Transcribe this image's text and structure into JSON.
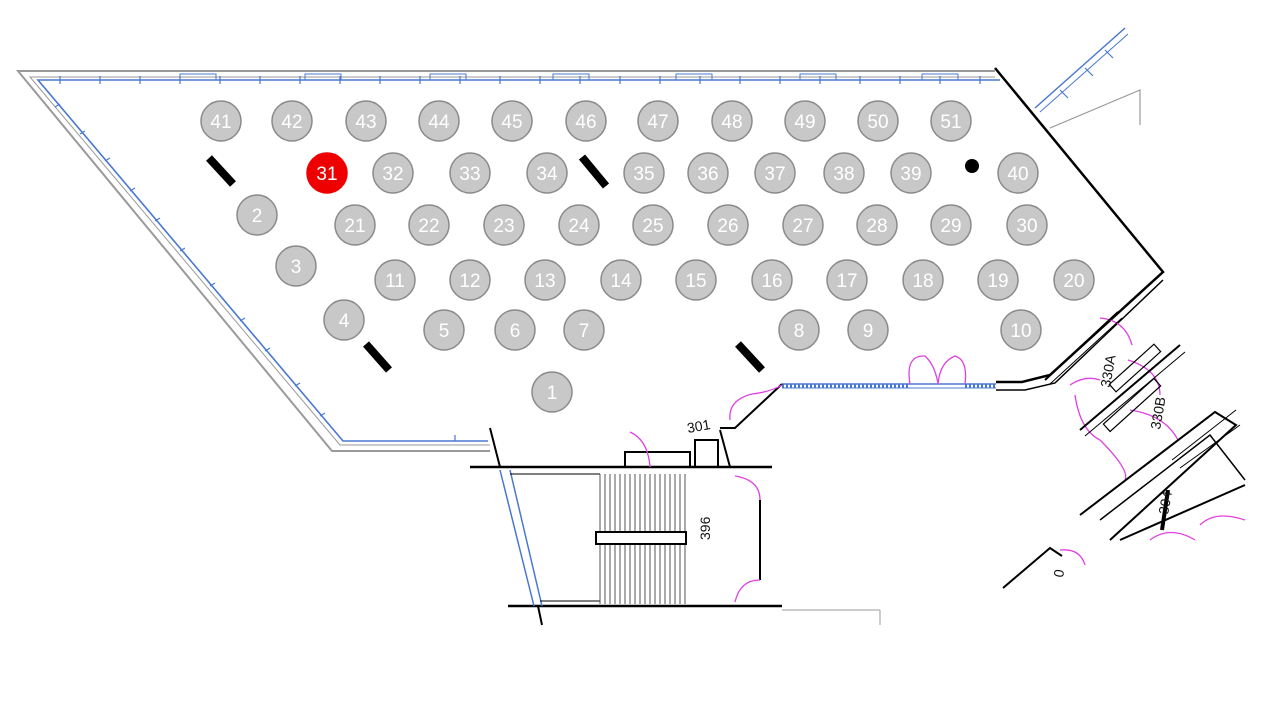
{
  "floorplan": {
    "tables": [
      {
        "label": "1",
        "state": "available"
      },
      {
        "label": "2",
        "state": "available"
      },
      {
        "label": "3",
        "state": "available"
      },
      {
        "label": "4",
        "state": "available"
      },
      {
        "label": "5",
        "state": "available"
      },
      {
        "label": "6",
        "state": "available"
      },
      {
        "label": "7",
        "state": "available"
      },
      {
        "label": "8",
        "state": "available"
      },
      {
        "label": "9",
        "state": "available"
      },
      {
        "label": "10",
        "state": "available"
      },
      {
        "label": "11",
        "state": "available"
      },
      {
        "label": "12",
        "state": "available"
      },
      {
        "label": "13",
        "state": "available"
      },
      {
        "label": "14",
        "state": "available"
      },
      {
        "label": "15",
        "state": "available"
      },
      {
        "label": "16",
        "state": "available"
      },
      {
        "label": "17",
        "state": "available"
      },
      {
        "label": "18",
        "state": "available"
      },
      {
        "label": "19",
        "state": "available"
      },
      {
        "label": "20",
        "state": "available"
      },
      {
        "label": "21",
        "state": "available"
      },
      {
        "label": "22",
        "state": "available"
      },
      {
        "label": "23",
        "state": "available"
      },
      {
        "label": "24",
        "state": "available"
      },
      {
        "label": "25",
        "state": "available"
      },
      {
        "label": "26",
        "state": "available"
      },
      {
        "label": "27",
        "state": "available"
      },
      {
        "label": "28",
        "state": "available"
      },
      {
        "label": "29",
        "state": "available"
      },
      {
        "label": "30",
        "state": "available"
      },
      {
        "label": "31",
        "state": "selected"
      },
      {
        "label": "32",
        "state": "available"
      },
      {
        "label": "33",
        "state": "available"
      },
      {
        "label": "34",
        "state": "available"
      },
      {
        "label": "35",
        "state": "available"
      },
      {
        "label": "36",
        "state": "available"
      },
      {
        "label": "37",
        "state": "available"
      },
      {
        "label": "38",
        "state": "available"
      },
      {
        "label": "39",
        "state": "available"
      },
      {
        "label": "40",
        "state": "available"
      },
      {
        "label": "41",
        "state": "available"
      },
      {
        "label": "42",
        "state": "available"
      },
      {
        "label": "43",
        "state": "available"
      },
      {
        "label": "44",
        "state": "available"
      },
      {
        "label": "45",
        "state": "available"
      },
      {
        "label": "46",
        "state": "available"
      },
      {
        "label": "47",
        "state": "available"
      },
      {
        "label": "48",
        "state": "available"
      },
      {
        "label": "49",
        "state": "available"
      },
      {
        "label": "50",
        "state": "available"
      },
      {
        "label": "51",
        "state": "available"
      }
    ],
    "room_labels": {
      "r301": "301",
      "r396": "396",
      "r330a": "330A",
      "r330b": "330B",
      "r304": "304",
      "r0": "0"
    },
    "colors": {
      "table_fill": "#c8c8c8",
      "table_stroke": "#8a8a8a",
      "selected_fill": "#ee0000",
      "wall": "#000000",
      "window_blue": "#4a78d0",
      "door_pink": "#e040e0",
      "outline_gray": "#9a9a9a"
    }
  }
}
